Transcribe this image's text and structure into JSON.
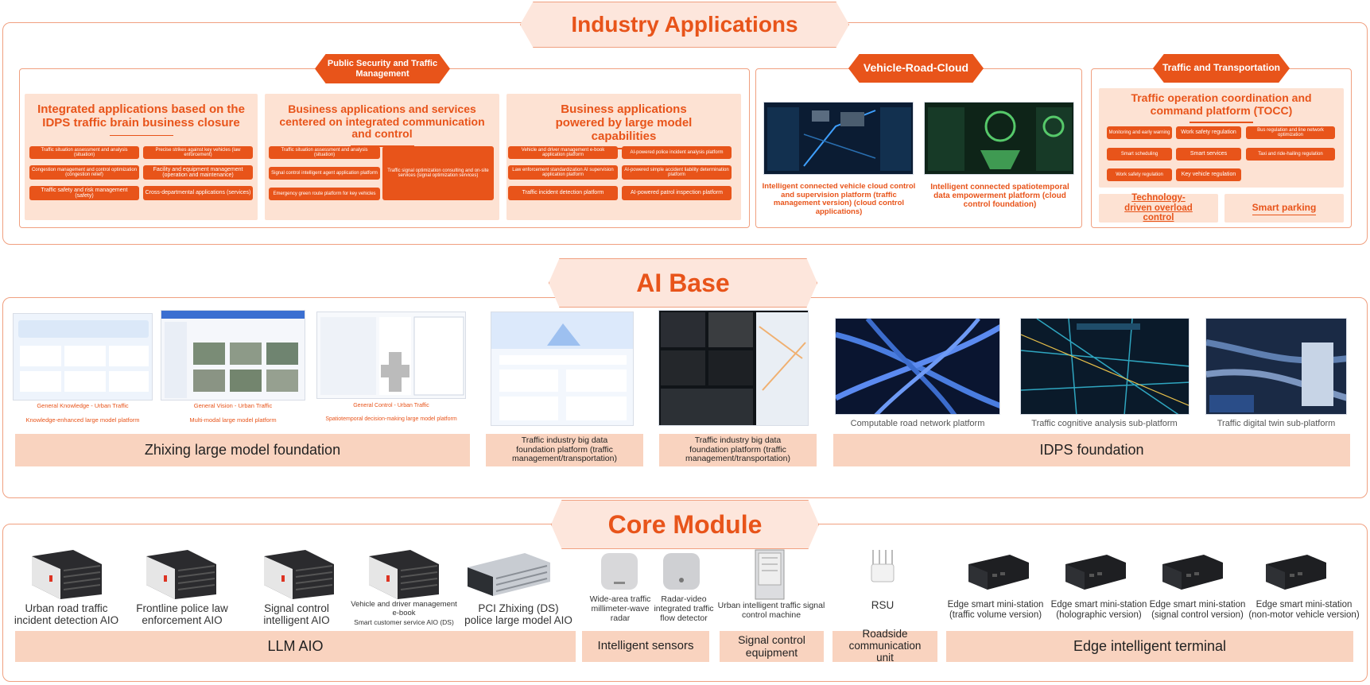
{
  "industry": {
    "title": "Industry Applications",
    "public_security": {
      "pill": "Public Security and Traffic Management",
      "cards": [
        {
          "title": "Integrated applications based on the IDPS traffic brain business closure",
          "chips": [
            "Traffic situation assessment and analysis (situation)",
            "Precise strikes against key vehicles (law enforcement)",
            "Congestion management and control optimization (congestion relief)",
            "Facility and equipment management (operation and maintenance)",
            "Traffic safety and risk management (safety)",
            "Cross-departmental applications (services)"
          ]
        },
        {
          "title": "Business applications and services centered on integrated communication and control",
          "chips": [
            "Traffic situation assessment and analysis (situation)",
            "Signal control intelligent agent application platform",
            "Emergency green route platform for key vehicles",
            "Traffic signal optimization consulting and on-site services (signal optimization services)"
          ]
        },
        {
          "title": "Business applications powered by large model capabilities",
          "chips": [
            "Vehicle and driver management e-book application platform",
            "AI-powered police incident analysis platform",
            "Law enforcement standardization AI supervision application platform",
            "AI-powered simple accident liability determination platform",
            "Traffic incident detection platform",
            "AI-powered patrol inspection platform"
          ]
        }
      ]
    },
    "vrc": {
      "pill": "Vehicle-Road-Cloud",
      "captions": [
        "Intelligent connected vehicle cloud control and supervision platform (traffic management version) (cloud control applications)",
        "Intelligent connected spatiotemporal data empowerment platform (cloud control foundation)"
      ]
    },
    "traffic": {
      "pill": "Traffic and Transportation",
      "title": "Traffic operation coordination and command platform (TOCC)",
      "chips": [
        "Monitoring and early warning",
        "Work safety regulation",
        "Bus regulation and line network optimization",
        "Smart scheduling",
        "Smart services",
        "Taxi and ride-hailing regulation",
        "Work safety regulation",
        "Key vehicle regulation"
      ],
      "bottom": [
        "Technology-driven overload control",
        "Smart parking"
      ]
    }
  },
  "ai_base": {
    "title": "AI Base",
    "zhixing": {
      "shots": [
        {
          "line1": "General Knowledge - Urban Traffic",
          "line2": "Knowledge-enhanced large model platform"
        },
        {
          "line1": "General Vision - Urban Traffic",
          "line2": "Multi-modal large model platform"
        },
        {
          "line1": "General Control - Urban Traffic",
          "line2": "Spatiotemporal decision-making large model platform"
        }
      ],
      "bar": "Zhixing large model foundation"
    },
    "bigdata_bars": [
      "Traffic industry big data foundation platform (traffic management/transportation)",
      "Traffic industry big data foundation platform (traffic management/transportation)"
    ],
    "idps": {
      "captions": [
        "Computable road network platform",
        "Traffic cognitive analysis sub-platform",
        "Traffic digital twin sub-platform"
      ],
      "bar": "IDPS foundation"
    }
  },
  "core": {
    "title": "Core Module",
    "aio": {
      "items": [
        {
          "label": "Urban road traffic incident detection AIO"
        },
        {
          "label": "Frontline police law enforcement AIO"
        },
        {
          "label": "Signal control intelligent AIO"
        },
        {
          "label": "Vehicle and driver management e-book",
          "label2": "Smart customer service AIO (DS)"
        },
        {
          "label": "PCI Zhixing (DS) police large model AIO"
        }
      ],
      "bar": "LLM AIO"
    },
    "sensors": {
      "items": [
        "Wide-area traffic millimeter-wave radar",
        "Radar-video integrated traffic flow detector"
      ],
      "bar": "Intelligent sensors"
    },
    "signal": {
      "item": "Urban intelligent traffic signal control machine",
      "bar": "Signal control equipment"
    },
    "rsu": {
      "item": "RSU",
      "bar": "Roadside communication unit"
    },
    "edge": {
      "items": [
        "Edge smart mini-station (traffic volume version)",
        "Edge smart mini-station (holographic version)",
        "Edge smart mini-station (signal control version)",
        "Edge smart mini-station (non-motor vehicle version)"
      ],
      "bar": "Edge intelligent terminal"
    }
  },
  "colors": {
    "accent": "#e8541a",
    "panel": "#fde2d3",
    "bar": "#f9d3bf",
    "border": "#f0a080"
  }
}
